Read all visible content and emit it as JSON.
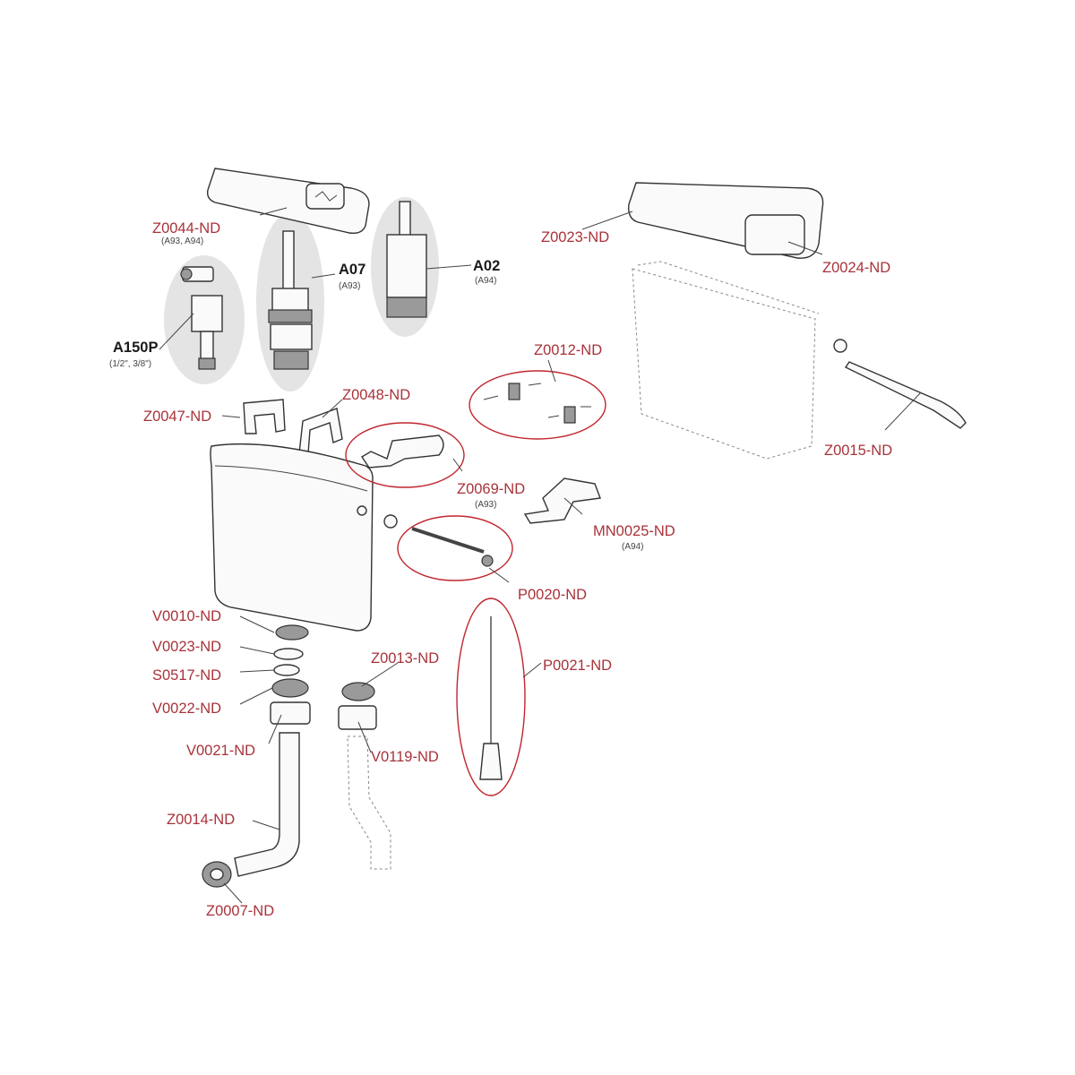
{
  "labels": {
    "z0044": "Z0044-ND",
    "z0044_sub": "(A93, A94)",
    "a07": "A07",
    "a07_sub": "(A93)",
    "a02": "A02",
    "a02_sub": "(A94)",
    "a150p": "A150P",
    "a150p_sub": "(1/2\", 3/8\")",
    "z0023": "Z0023-ND",
    "z0024": "Z0024-ND",
    "z0012": "Z0012-ND",
    "z0015": "Z0015-ND",
    "z0047": "Z0047-ND",
    "z0048": "Z0048-ND",
    "z0069": "Z0069-ND",
    "z0069_sub": "(A93)",
    "mn0025": "MN0025-ND",
    "mn0025_sub": "(A94)",
    "p0020": "P0020-ND",
    "p0021": "P0021-ND",
    "v0010": "V0010-ND",
    "v0023": "V0023-ND",
    "s0517": "S0517-ND",
    "v0022": "V0022-ND",
    "v0021": "V0021-ND",
    "z0013": "Z0013-ND",
    "v0119": "V0119-ND",
    "z0014": "Z0014-ND",
    "z0007": "Z0007-ND"
  },
  "colors": {
    "label_red": "#a8323a",
    "label_dark": "#1a1a1a",
    "highlight_ring": "#c0262e",
    "shadow_oval": "#e4e4e4"
  }
}
